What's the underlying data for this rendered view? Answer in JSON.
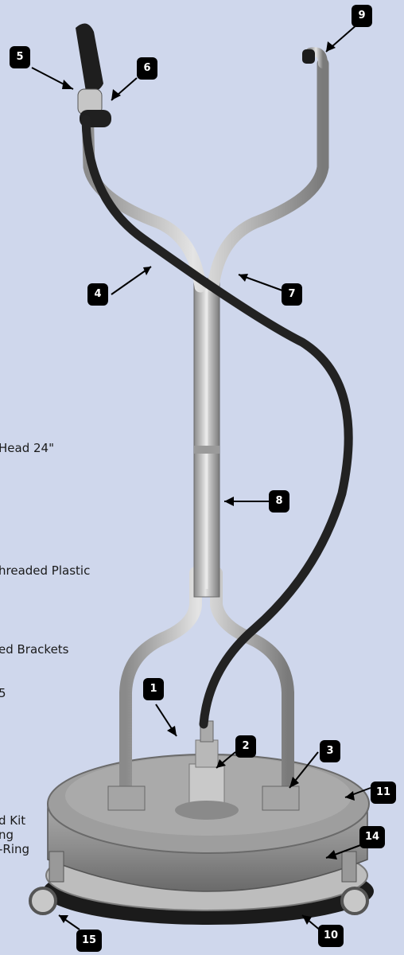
{
  "background_color": "#cfd7ec",
  "badge_color": "#000000",
  "badges": {
    "b1": "1",
    "b2": "2",
    "b3": "3",
    "b4": "4",
    "b5": "5",
    "b6": "6",
    "b7": "7",
    "b8": "8",
    "b9": "9",
    "b10": "10",
    "b11": "11",
    "b14": "14",
    "b15": "15"
  },
  "legend_fragments": {
    "f1": "Head 24\"",
    "f2": "hreaded Plastic",
    "f3": "ed Brackets",
    "f4": "5",
    "f5": "d Kit",
    "f6": "ng",
    "f7": "-Ring"
  }
}
